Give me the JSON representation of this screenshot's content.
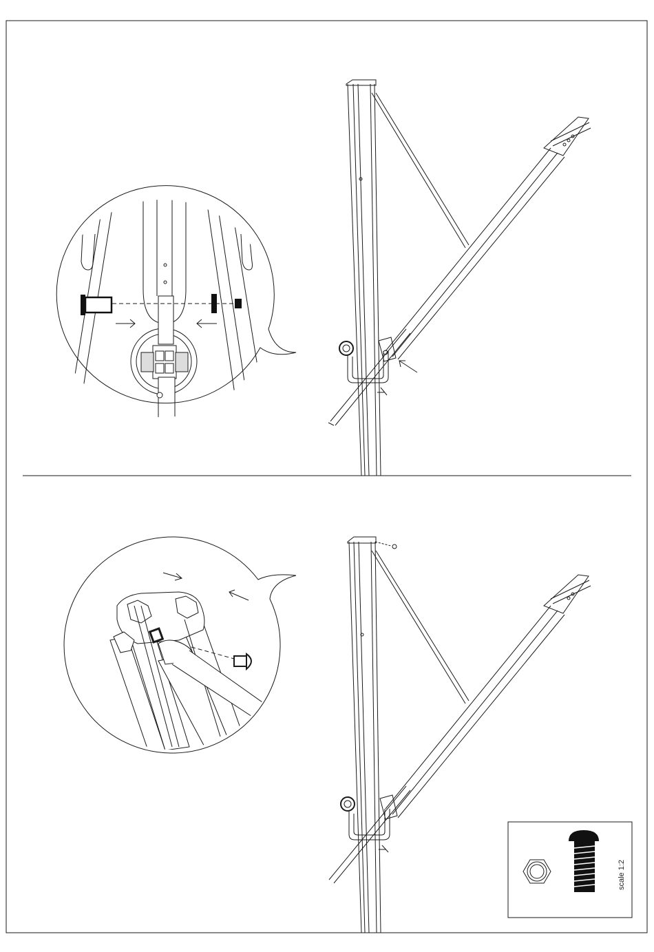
{
  "page": {
    "colors": {
      "line": "#1a1a1a",
      "light_line": "#666666",
      "background": "#ffffff",
      "fill_dark": "#111111"
    }
  },
  "step_top": {
    "detail_callout": {
      "parts": [
        "bolt-icon",
        "washer-icon",
        "nut-icon"
      ],
      "direction_arrows": [
        "arrow-right-icon",
        "arrow-left-icon"
      ]
    },
    "assembly": {
      "parts": [
        "pole",
        "arm",
        "support-strut",
        "bracket"
      ],
      "pointer": "arrow-up-left-icon"
    }
  },
  "step_bottom": {
    "detail_callout": {
      "parts": [
        "profile-section",
        "screw-icon",
        "nut-icon"
      ],
      "direction_arrows": [
        "arrow-right-icon",
        "arrow-left-icon"
      ]
    },
    "assembly": {
      "parts": [
        "pole",
        "arm",
        "support-strut",
        "bracket",
        "top-screw"
      ]
    },
    "hardware_box": {
      "scale_label": "scale 1:2",
      "parts": [
        "hex-nut-icon",
        "button-head-screw-icon"
      ]
    }
  }
}
